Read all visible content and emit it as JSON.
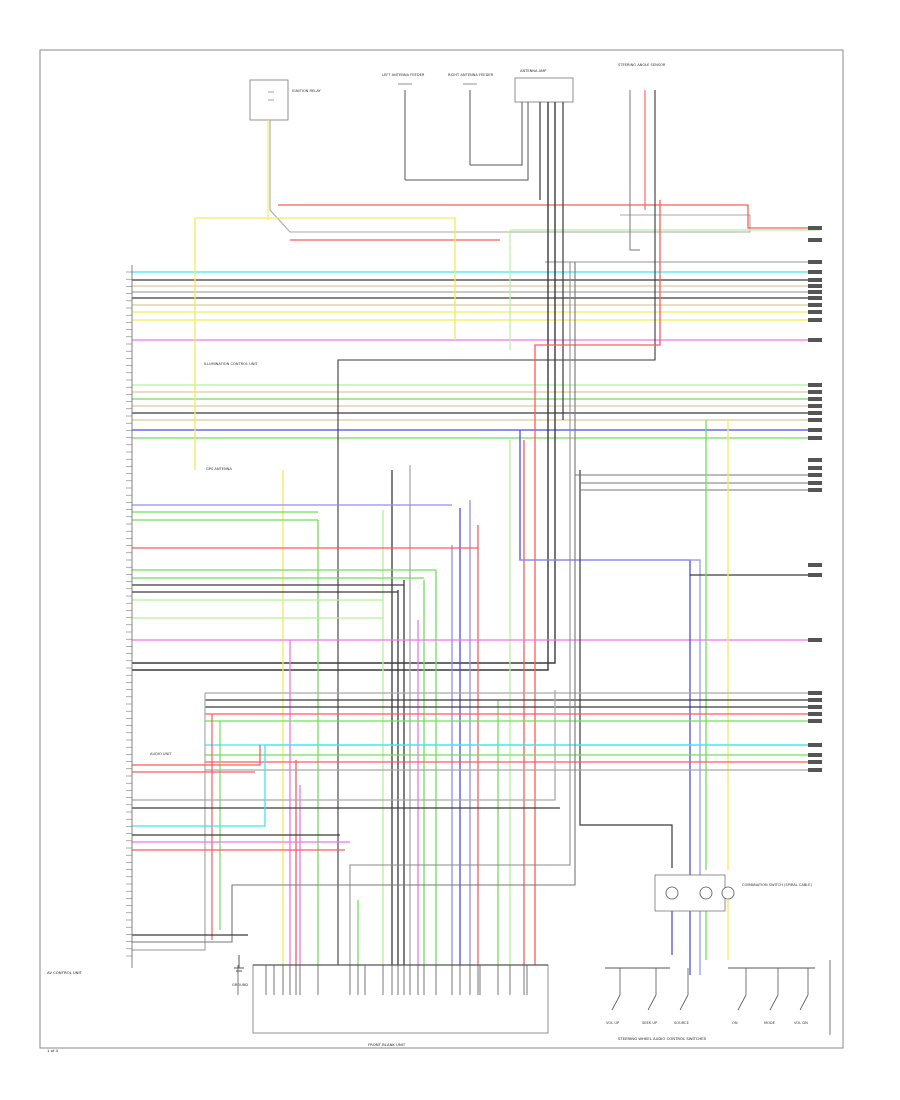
{
  "page": {
    "page_number": "1 of 4"
  },
  "components": {
    "av_control_unit": "AV CONTROL UNIT",
    "steering_switches": "STEERING WHEEL AUDIO CONTROL SWITCHES",
    "combination_switch": "COMBINATION SWITCH (SPIRAL CABLE)",
    "bottom_connector": "FRONT BLANK UNIT",
    "gps_antenna": "GPS ANTENNA",
    "left_antenna": "LEFT ANTENNA FEEDER",
    "right_antenna": "RIGHT ANTENNA FEEDER",
    "antenna_amp": "ANTENNA AMP",
    "audio_unit": "AUDIO UNIT",
    "ignition_relay": "IGNITION RELAY",
    "steering_sensor": "STEERING ANGLE SENSOR",
    "illumination_control": "ILLUMINATION CONTROL UNIT",
    "ground": "GROUND"
  },
  "buttons": {
    "left": [
      "VOL UP",
      "SEEK UP",
      "SOURCE"
    ],
    "right": [
      "ON",
      "MODE",
      "VOL DN"
    ]
  },
  "colors": {
    "red": "#ff5a5a",
    "yellow": "#f2ec5a",
    "cyan": "#3de6f0",
    "green": "#6ee05a",
    "light_green": "#b4f09c",
    "blue": "#4b4bf5",
    "violet": "#8f8ff5",
    "pink": "#f074f0",
    "tan": "#dcc99a",
    "black": "#3a3a3a",
    "gray": "#a9a9a9",
    "wire_light": "#d8d8d8"
  }
}
